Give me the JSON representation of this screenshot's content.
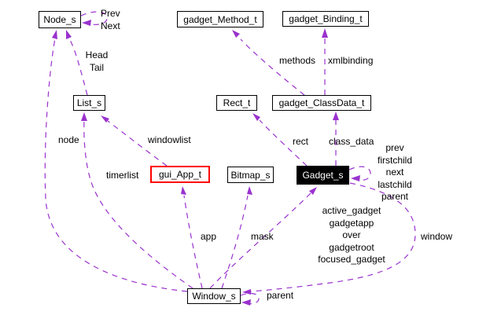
{
  "colors": {
    "edge": "#9a32cd",
    "node_border": "#000000",
    "current_node_bg": "#000000",
    "current_node_text": "#ffffff",
    "highlight_border": "#ff0000",
    "background": "#ffffff"
  },
  "nodes": {
    "node_s": {
      "label": "Node_s"
    },
    "gadget_method_t": {
      "label": "gadget_Method_t"
    },
    "gadget_binding_t": {
      "label": "gadget_Binding_t"
    },
    "list_s": {
      "label": "List_s"
    },
    "rect_t": {
      "label": "Rect_t"
    },
    "gadget_classdata_t": {
      "label": "gadget_ClassData_t"
    },
    "gui_app_t": {
      "label": "gui_App_t"
    },
    "bitmap_s": {
      "label": "Bitmap_s"
    },
    "gadget_s": {
      "label": "Gadget_s"
    },
    "window_s": {
      "label": "Window_s"
    }
  },
  "edge_labels": {
    "node_self": [
      "Prev",
      "Next"
    ],
    "head_tail": [
      "Head",
      "Tail"
    ],
    "methods": "methods",
    "xmlbinding": "xmlbinding",
    "node": "node",
    "windowlist": "windowlist",
    "timerlist": "timerlist",
    "rect": "rect",
    "class_data": "class_data",
    "gadget_self": [
      "prev",
      "firstchild",
      "next",
      "lastchild",
      "parent"
    ],
    "window_to_gadget": [
      "active_gadget",
      "gadgetapp",
      "over",
      "gadgetroot",
      "focused_gadget"
    ],
    "app": "app",
    "mask": "mask",
    "window": "window",
    "parent": "parent"
  }
}
